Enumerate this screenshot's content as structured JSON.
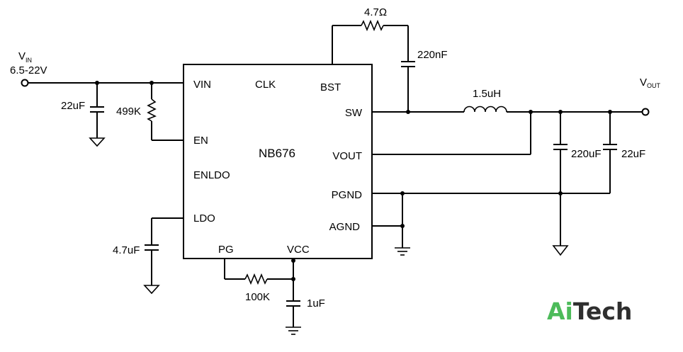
{
  "ic": {
    "name": "NB676",
    "pins": {
      "vin": "VIN",
      "clk": "CLK",
      "bst": "BST",
      "sw": "SW",
      "en": "EN",
      "vout": "VOUT",
      "enldo": "ENLDO",
      "pgnd": "PGND",
      "ldo": "LDO",
      "agnd": "AGND",
      "pg": "PG",
      "vcc": "VCC"
    }
  },
  "terminals": {
    "vin_main": "V",
    "vin_sub": "IN",
    "vin_range": "6.5-22V",
    "vout_main": "V",
    "vout_sub": "OUT"
  },
  "components": {
    "c_in": "22uF",
    "r_en": "499K",
    "c_ldo": "4.7uF",
    "r_bst": "4.7Ω",
    "c_bst": "220nF",
    "l_out": "1.5uH",
    "c_out1": "220uF",
    "c_out2": "22uF",
    "r_pg": "100K",
    "c_vcc": "1uF"
  },
  "logo": {
    "part1": "Ai",
    "part2": "Tech",
    "color1": "#4cbb5a",
    "color2": "#2f2f2f"
  }
}
